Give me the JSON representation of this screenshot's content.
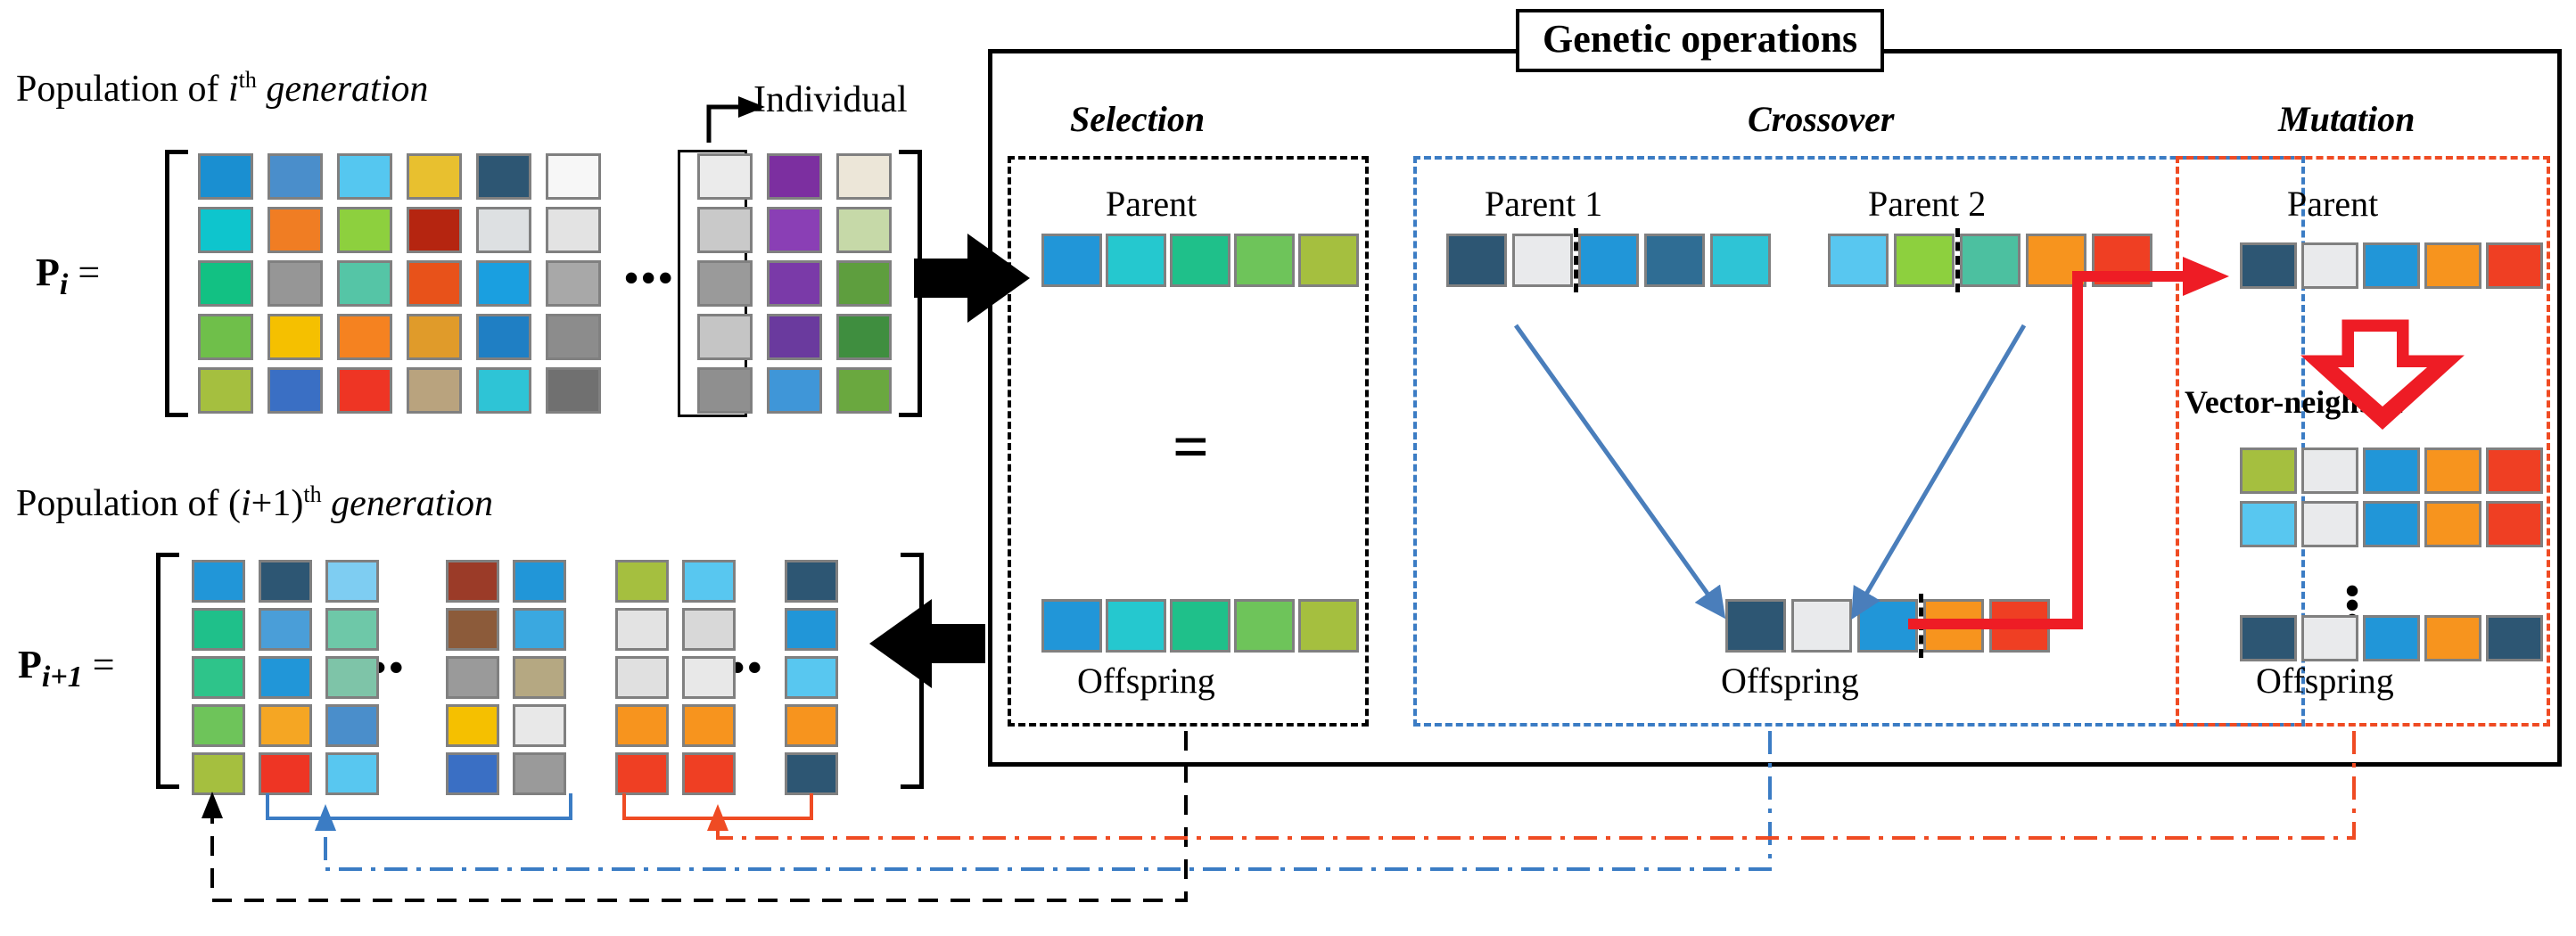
{
  "figure": {
    "type": "genetic-algorithm-flow-diagram",
    "title": "Genetic operations"
  },
  "left": {
    "pop_i_prefix": "Population of ",
    "pop_i_var": "i",
    "pop_i_sup": "th",
    "pop_i_suffix": " generation",
    "pop_i1_prefix": "Population of (",
    "pop_i1_var": "i",
    "pop_i1_mid": "+1)",
    "pop_i1_sup": "th",
    "pop_i1_suffix": " generation",
    "matrix_i_label": "P",
    "matrix_i_sub": "i",
    "matrix_i_eq": "=",
    "matrix_i1_label": "P",
    "matrix_i1_sub": "i+1",
    "matrix_i1_eq": "=",
    "individual_label": "Individual",
    "ellipsis": "•••"
  },
  "genetic_operations": {
    "title": "Genetic operations",
    "selection": {
      "title": "Selection",
      "parent_label": "Parent",
      "offspring_label": "Offspring",
      "equals_label": "=",
      "parent_colors": [
        "#2196d8",
        "#25c8cf",
        "#1fc08a",
        "#6ec45a",
        "#a5bf3f"
      ],
      "offspring_colors": [
        "#2196d8",
        "#25c8cf",
        "#1fc08a",
        "#6ec45a",
        "#a5bf3f"
      ]
    },
    "crossover": {
      "title": "Crossover",
      "parent1_label": "Parent 1",
      "parent2_label": "Parent 2",
      "offspring_label": "Offspring",
      "parent1_colors": [
        "#2d5673",
        "#e9eaec",
        "#2196d8",
        "#2f6d94",
        "#2ec4d6"
      ],
      "parent1_cut_after": 2,
      "parent2_colors": [
        "#58c7f0",
        "#8dd03e",
        "#4cc0a0",
        "#f7941e",
        "#ef3f23"
      ],
      "parent2_cut_after": 2,
      "offspring_colors": [
        "#2d5673",
        "#e9eaec",
        "#2196d8",
        "#f7941e",
        "#ef3f23"
      ],
      "offspring_cut_after": 3
    },
    "mutation": {
      "title": "Mutation",
      "parent_label": "Parent",
      "vector_neighbor_label": "Vector-neighbor",
      "offspring_label": "Offspring",
      "vertical_ellipsis": "⋮",
      "parent_colors": [
        "#2d5673",
        "#e9eaec",
        "#2196d8",
        "#f7941e",
        "#ef3f23"
      ],
      "neighbor_rows": [
        [
          "#a5bf3f",
          "#e9eaec",
          "#2196d8",
          "#f7941e",
          "#ef3f23"
        ],
        [
          "#58c7f0",
          "#e9eaec",
          "#2196d8",
          "#f7941e",
          "#ef3f23"
        ]
      ],
      "offspring_colors": [
        "#2d5673",
        "#e9eaec",
        "#2196d8",
        "#f7941e",
        "#2d5673"
      ]
    }
  },
  "colors": {
    "selection_dash": "#000000",
    "crossover_dash": "#3b7cc4",
    "mutation_dash": "#ef4b23",
    "mutation_arrow": "#ee1c25",
    "crossover_arrow": "#4a7ebb",
    "flow_arrow": "#000000",
    "cell_border": "#808080"
  },
  "matrix_i": {
    "rows": 5,
    "cols": 9,
    "grid": [
      [
        "#1a8fd1",
        "#4a8ecb",
        "#55c7f0",
        "#e8c02f",
        "#2d5673",
        "#f7f7f7",
        "#ebebeb",
        "#7c2fa0",
        "#ece6d8"
      ],
      [
        "#0ec5cd",
        "#f07d23",
        "#8dd03e",
        "#b52510",
        "#dde0e2",
        "#e3e3e3",
        "#c9c9c9",
        "#8a3fb5",
        "#c6d9a8"
      ],
      [
        "#12c183",
        "#969696",
        "#55c5a6",
        "#e8521a",
        "#1a9fe0",
        "#a8a8a8",
        "#9a9a9a",
        "#7a3aa8",
        "#5e9e3e"
      ],
      [
        "#6fbf4a",
        "#f5c000",
        "#f58220",
        "#e09b2a",
        "#1f7fc4",
        "#8c8c8c",
        "#c5c5c5",
        "#6a3a9e",
        "#3f8e3f"
      ],
      [
        "#a5bf3f",
        "#3a6fc4",
        "#ee3524",
        "#b9a37e",
        "#2ec4d6",
        "#707070",
        "#8f8f8f",
        "#3f96d8",
        "#6aa83f"
      ]
    ],
    "individual_col_index": 7
  },
  "matrix_i1": {
    "rows": 5,
    "cols": 9,
    "grid": [
      [
        "#2196d8",
        "#2d5673",
        "#7ecdf2",
        "#9b3b28",
        "#2196d8",
        "#a5bf3f",
        "#58c7f0",
        "#2d5673"
      ],
      [
        "#1fc08a",
        "#4a9ed8",
        "#6ec8a8",
        "#8c5b3a",
        "#3aa8e0",
        "#e3e3e3",
        "#d8d8d8",
        "#2196d8"
      ],
      [
        "#2ec48a",
        "#2196d8",
        "#7ec4a8",
        "#9a9a9a",
        "#b5a882",
        "#e0e0e0",
        "#e8e8e8",
        "#58c7f0"
      ],
      [
        "#6ec45a",
        "#f5a623",
        "#4a8ecb",
        "#f5c000",
        "#e8e8e8",
        "#f7941e",
        "#f7941e",
        "#f7941e"
      ],
      [
        "#a5bf3f",
        "#ee3524",
        "#58c7f0",
        "#3a6fc4",
        "#9a9a9a",
        "#ef3f23",
        "#ef3f23",
        "#2d5673"
      ]
    ]
  }
}
